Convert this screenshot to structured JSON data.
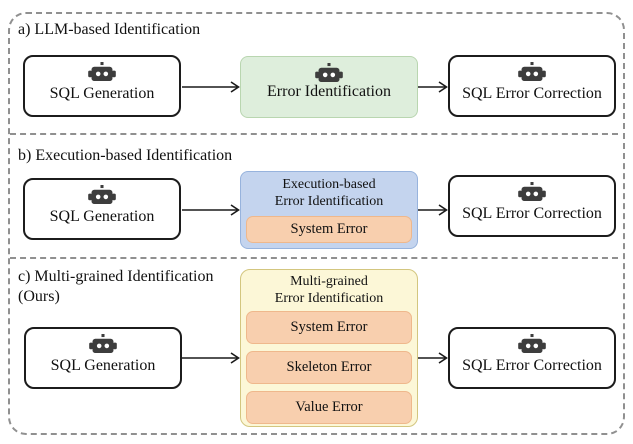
{
  "colors": {
    "llm_fill": "#deeedc",
    "llm_border": "#b9d6b0",
    "exec_fill": "#c4d4ee",
    "exec_border": "#97b3dd",
    "multi_fill": "#fcf7d7",
    "multi_border": "#d3c67f",
    "error_fill": "#f8cfae",
    "error_border": "#efb88c",
    "node_border": "#1c1c1c",
    "dashed_border": "#909090",
    "robot_icon": "#3d3d3d",
    "arrow": "#1a1a1a"
  },
  "sections": [
    {
      "heading": "a) LLM-based Identification",
      "source_label": "SQL Generation",
      "identifier_label": "Error Identification",
      "target_label": "SQL Error Correction"
    },
    {
      "heading": "b) Execution-based Identification",
      "source_label": "SQL Generation",
      "identifier_title_line1": "Execution-based",
      "identifier_title_line2": "Error Identification",
      "errors": [
        "System Error"
      ],
      "target_label": "SQL Error Correction"
    },
    {
      "heading_line1": "c) Multi-grained Identification",
      "heading_line2": "(Ours)",
      "source_label": "SQL Generation",
      "identifier_title_line1": "Multi-grained",
      "identifier_title_line2": "Error Identification",
      "errors": [
        "System Error",
        "Skeleton Error",
        "Value Error"
      ],
      "target_label": "SQL Error Correction"
    }
  ]
}
